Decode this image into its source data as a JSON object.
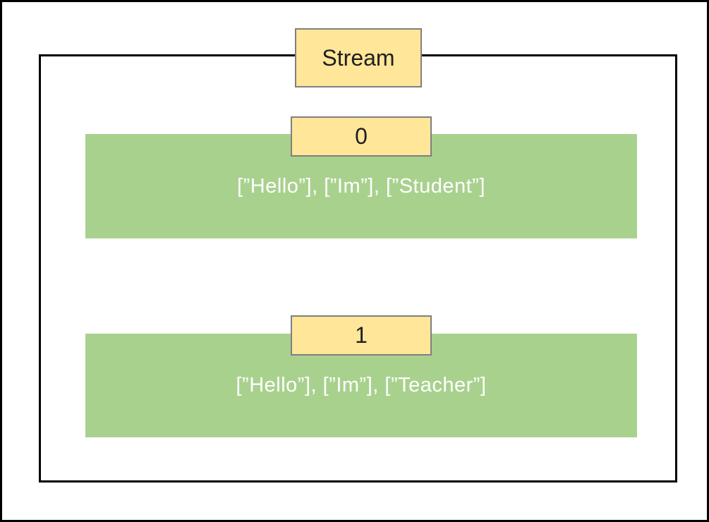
{
  "diagram": {
    "title_label": "Stream",
    "partitions": [
      {
        "index": "0",
        "content": "[”Hello”], [”Im”], [”Student”]"
      },
      {
        "index": "1",
        "content": "[”Hello”], [”Im”], [”Teacher”]"
      }
    ],
    "colors": {
      "partition_fill": "#A9D18E",
      "label_fill": "#FFE699",
      "label_border": "#7F7F7F",
      "frame_border": "#000000",
      "partition_text": "#FFFFFF",
      "label_text": "#1F1F1F"
    }
  }
}
